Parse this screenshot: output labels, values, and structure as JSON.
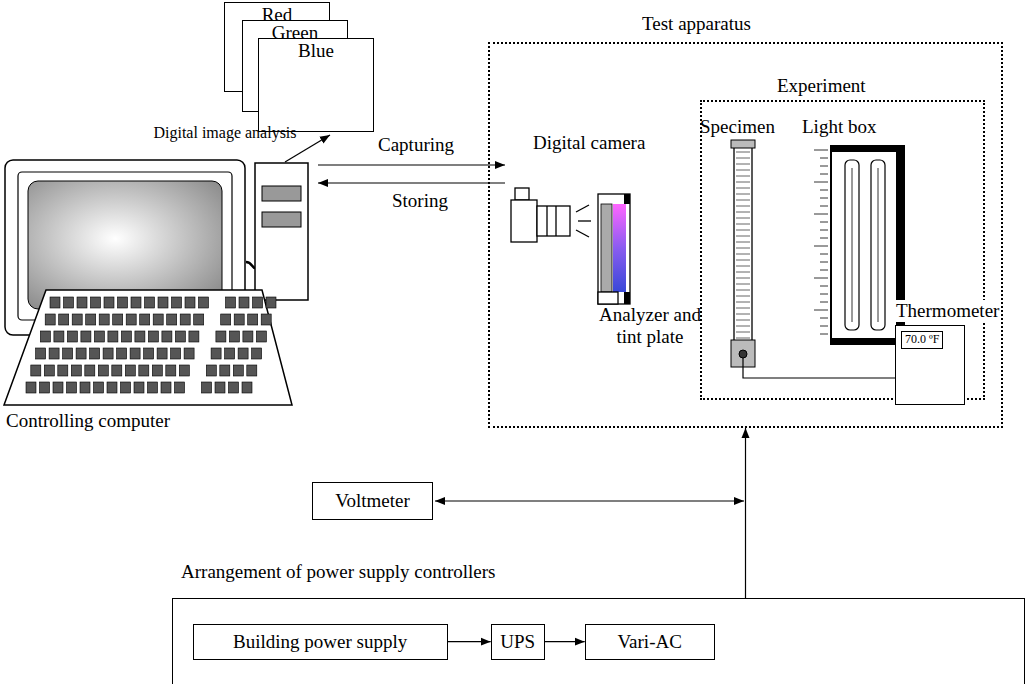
{
  "diagram": {
    "nodes": [
      {
        "text": [
          "Red"
        ]
      },
      {
        "text": [
          "Green"
        ]
      },
      {
        "text": [
          "Blue"
        ]
      },
      {
        "text": [
          "Test apparatus"
        ]
      },
      {
        "text": [
          "Experiment"
        ],
        "in": 3
      },
      {
        "text": [
          "Thermometer",
          "70.0 ºF"
        ]
      },
      {
        "text": [
          "Voltmeter"
        ]
      },
      {
        "text": [
          "Arrangement of power supply controllers"
        ]
      },
      {
        "text": [
          "Building power supply"
        ],
        "in": 7
      },
      {
        "text": [
          "UPS"
        ],
        "in": 7
      },
      {
        "text": [
          "Vari-AC"
        ],
        "in": 7
      }
    ],
    "edges": [
      {
        "from": 8,
        "to": 9,
        "arrow": "to"
      },
      {
        "from": 9,
        "to": 10,
        "arrow": "to"
      },
      {
        "from": 7,
        "to": 3,
        "arrow": "to"
      }
    ],
    "labels": [
      "Digital image analysis",
      "Capturing",
      "Storing",
      "Controlling computer",
      "Digital camera",
      "Analyzer and tint plate",
      "Specimen",
      "Light box"
    ]
  }
}
